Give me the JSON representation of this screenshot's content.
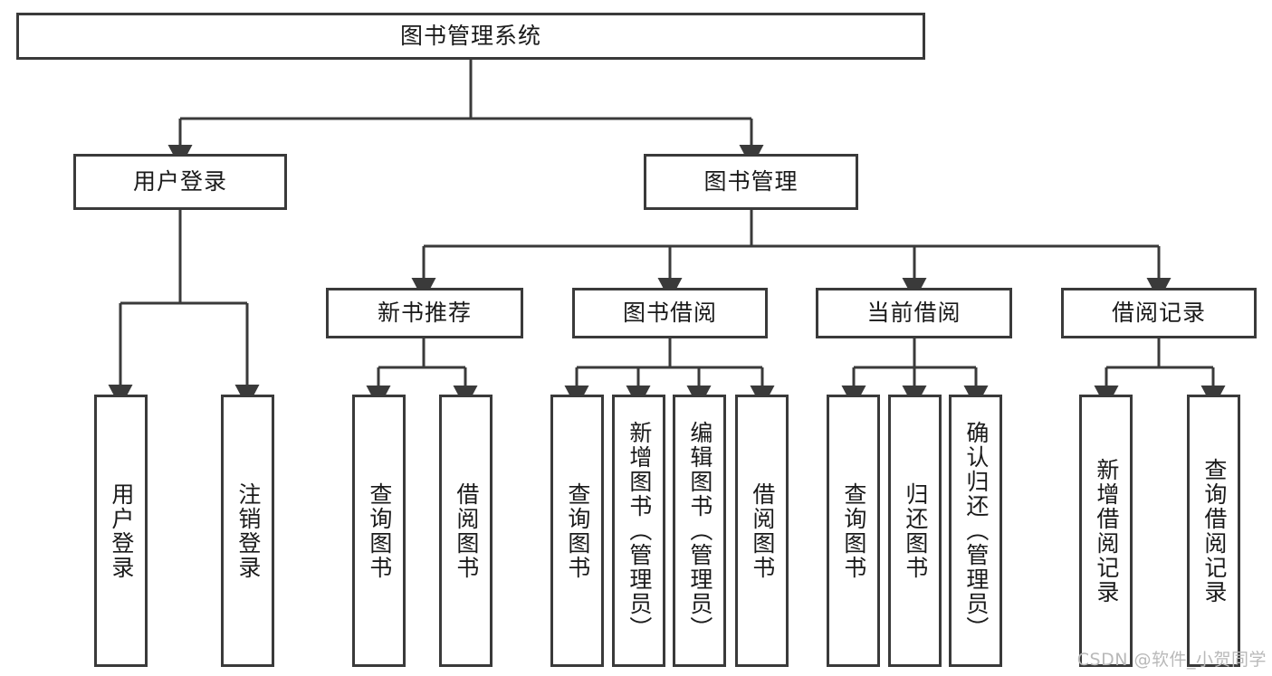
{
  "diagram": {
    "type": "tree-hierarchy-chart",
    "title": "图书管理系统",
    "line_color": "#3a3a3a",
    "box_fill": "#ffffff",
    "text_color": "#1a1a1a",
    "root": {
      "label": "图书管理系统"
    },
    "level2": [
      {
        "label": "用户登录"
      },
      {
        "label": "图书管理"
      }
    ],
    "level3": [
      {
        "label": "新书推荐"
      },
      {
        "label": "图书借阅"
      },
      {
        "label": "当前借阅"
      },
      {
        "label": "借阅记录"
      }
    ],
    "leaves": {
      "用户登录": [
        {
          "label": "用户登录"
        },
        {
          "label": "注销登录"
        }
      ],
      "新书推荐": [
        {
          "label": "查询图书"
        },
        {
          "label": "借阅图书"
        }
      ],
      "图书借阅": [
        {
          "label": "查询图书"
        },
        {
          "label": "新增图书（管理员）"
        },
        {
          "label": "编辑图书（管理员）"
        },
        {
          "label": "借阅图书"
        }
      ],
      "当前借阅": [
        {
          "label": "查询图书"
        },
        {
          "label": "归还图书"
        },
        {
          "label": "确认归还（管理员）"
        }
      ],
      "借阅记录": [
        {
          "label": "新增借阅记录"
        },
        {
          "label": "查询借阅记录"
        }
      ]
    }
  },
  "watermark": {
    "text": "CSDN @软件_小贺同学"
  }
}
